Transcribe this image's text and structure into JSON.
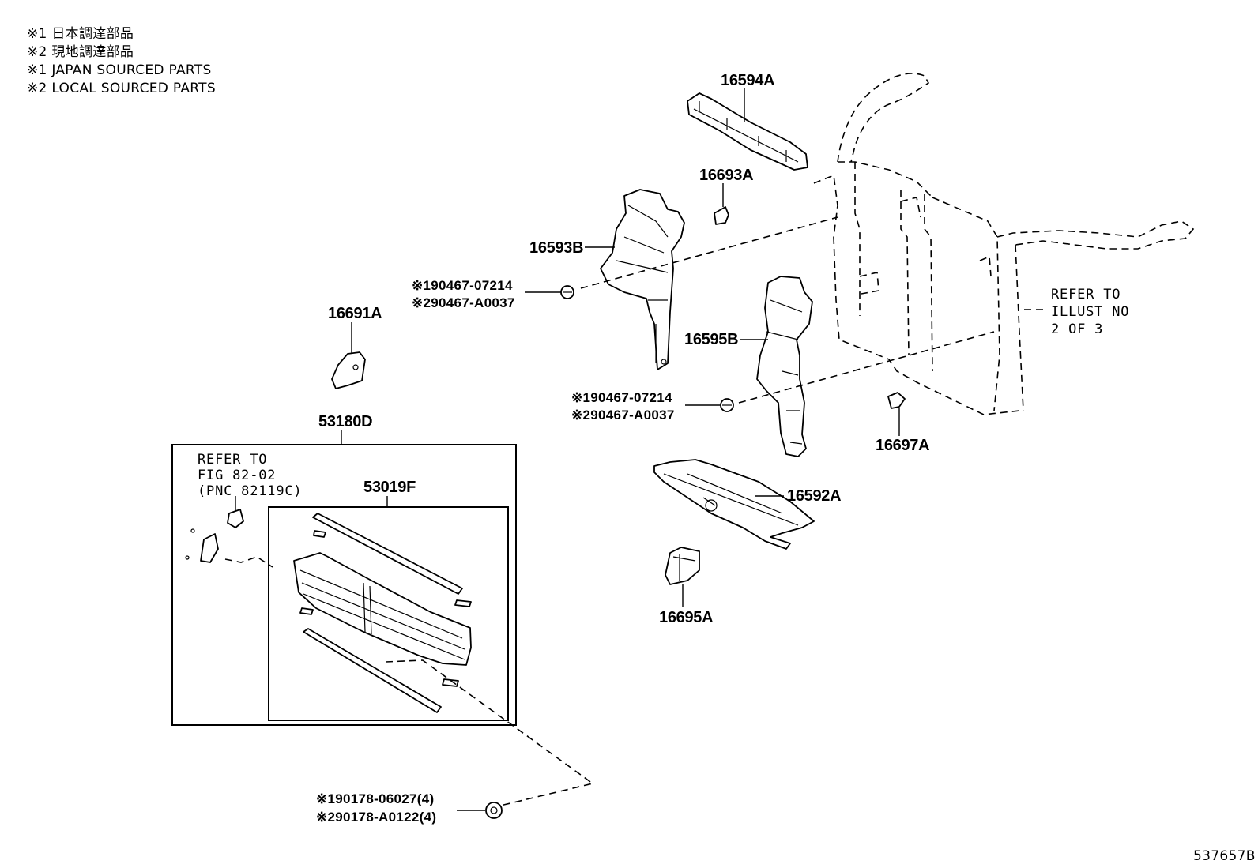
{
  "legend": [
    "※1 日本調達部品",
    "※2 現地調達部品",
    "※1 JAPAN SOURCED PARTS",
    "※2 LOCAL SOURCED PARTS"
  ],
  "parts": {
    "p16594A": "16594A",
    "p16693A": "16693A",
    "p16593B": "16593B",
    "p16691A": "16691A",
    "p16595B": "16595B",
    "p16697A": "16697A",
    "p16592A": "16592A",
    "p16695A": "16695A",
    "p53180D": "53180D",
    "p53019F": "53019F"
  },
  "fasteners": {
    "upper_1": "※190467-07214",
    "upper_2": "※290467-A0037",
    "lower_1": "※190467-07214",
    "lower_2": "※290467-A0037",
    "bottom_1": "※190178-06027(4)",
    "bottom_2": "※290178-A0122(4)"
  },
  "refer_illust": [
    "REFER TO",
    "ILLUST NO",
    "2 OF 3"
  ],
  "refer_fig": [
    "REFER TO",
    "FIG 82-02",
    "(PNC 82119C)"
  ],
  "figure_id": "537657B"
}
